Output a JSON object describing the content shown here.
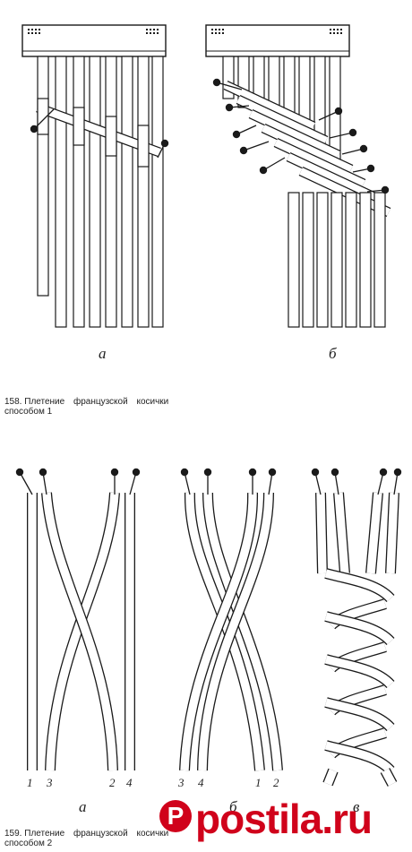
{
  "figure158": {
    "caption_number": "158.",
    "caption_title": "Плетение французской косички",
    "caption_line2": "способом 1",
    "label_a": "а",
    "label_b": "б"
  },
  "figure159": {
    "caption_number": "159.",
    "caption_title": "Плетение французской косички",
    "caption_line2": "способом 2",
    "label_a": "а",
    "label_b": "б",
    "label_v": "в",
    "strand_numbers_a": [
      "1",
      "3",
      "2",
      "4"
    ],
    "strand_numbers_b": [
      "3",
      "4",
      "1",
      "2"
    ]
  },
  "watermark": {
    "text": "postila.ru",
    "icon": "P"
  },
  "colors": {
    "ink": "#1a1a1a",
    "paper": "#ffffff",
    "watermark": "#d0021b"
  }
}
